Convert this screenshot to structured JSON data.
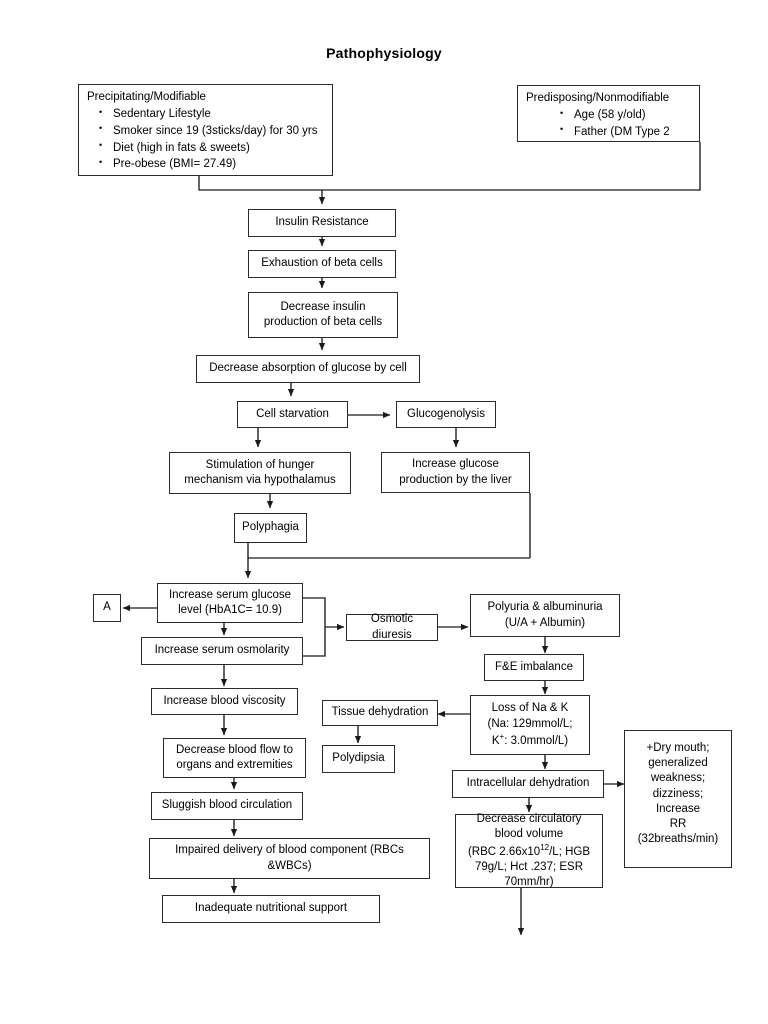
{
  "title": "Pathophysiology",
  "nodes": {
    "precipitating": {
      "header": "Precipitating/Modifiable",
      "items": [
        "Sedentary Lifestyle",
        "Smoker since 19 (3sticks/day) for 30 yrs",
        "Diet (high in fats & sweets)",
        "Pre-obese (BMI= 27.49)"
      ]
    },
    "predisposing": {
      "header": "Predisposing/Nonmodifiable",
      "items": [
        "Age (58 y/old)",
        "Father (DM Type 2"
      ]
    },
    "insulin_resistance": "Insulin Resistance",
    "exhaustion_beta_cells": "Exhaustion of beta cells",
    "decrease_insulin": "Decrease insulin\nproduction of beta cells",
    "decrease_absorption": "Decrease absorption of glucose by cell",
    "cell_starvation": "Cell starvation",
    "glucogenolysis": "Glucogenolysis",
    "stimulation_hunger": "Stimulation of hunger\nmechanism via hypothalamus",
    "increase_glucose_liver": "Increase glucose\nproduction by the liver",
    "polyphagia": "Polyphagia",
    "connector_a": "A",
    "increase_serum_glucose": "Increase serum glucose\nlevel (HbA1C= 10.9)",
    "increase_serum_osmolarity": "Increase serum osmolarity",
    "osmotic_diuresis": "Osmotic diuresis",
    "polyuria_albuminuria": "Polyuria & albuminuria\n(U/A + Albumin)",
    "fe_imbalance": "F&E imbalance",
    "loss_na_k_line1": "Loss of Na & K",
    "loss_na_k_line2": "(Na: 129mmol/L;",
    "loss_na_k_line3_pre": "K",
    "loss_na_k_line3_sup": "+",
    "loss_na_k_line3_post": ": 3.0mmol/L)",
    "tissue_dehydration": "Tissue dehydration",
    "polydipsia": "Polydipsia",
    "intracellular_dehydration": "Intracellular dehydration",
    "symptoms": "+Dry mouth;\ngeneralized\nweakness;\ndizziness; Increase\nRR\n(32breaths/min)",
    "decrease_blood_volume_line1": "Decrease circulatory",
    "decrease_blood_volume_line2": "blood volume",
    "decrease_blood_volume_line3_pre": "(RBC 2.66x10",
    "decrease_blood_volume_line3_sup": "12",
    "decrease_blood_volume_line3_post": "/L; HGB",
    "decrease_blood_volume_line4": "79g/L; Hct .237; ESR",
    "decrease_blood_volume_line5": "70mm/hr)",
    "increase_blood_viscosity": "Increase blood viscosity",
    "decrease_blood_flow": "Decrease blood flow to\norgans and extremities",
    "sluggish_circulation": "Sluggish blood circulation",
    "impaired_delivery": "Impaired delivery of blood component (RBCs\n&WBCs)",
    "inadequate_nutrition": "Inadequate nutritional support"
  },
  "colors": {
    "stroke": "#2b2b2b",
    "background": "#ffffff",
    "text": "#000000"
  }
}
